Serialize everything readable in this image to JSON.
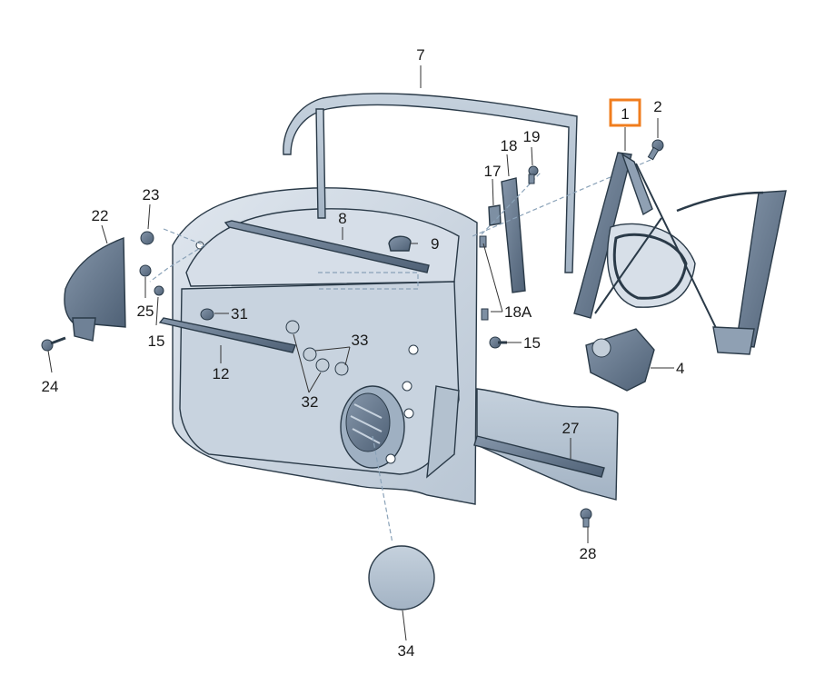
{
  "accent_color": "#f07d1e",
  "part_color": "#9aa9bb",
  "highlighted_label": "1",
  "labels": {
    "p1": "1",
    "p2": "2",
    "p4": "4",
    "p7": "7",
    "p8": "8",
    "p9": "9",
    "p12": "12",
    "p15a": "15",
    "p15b": "15",
    "p17": "17",
    "p18": "18",
    "p18a": "18A",
    "p19": "19",
    "p22": "22",
    "p23": "23",
    "p24": "24",
    "p25": "25",
    "p27": "27",
    "p28": "28",
    "p31": "31",
    "p32": "32",
    "p33": "33",
    "p34": "34"
  }
}
